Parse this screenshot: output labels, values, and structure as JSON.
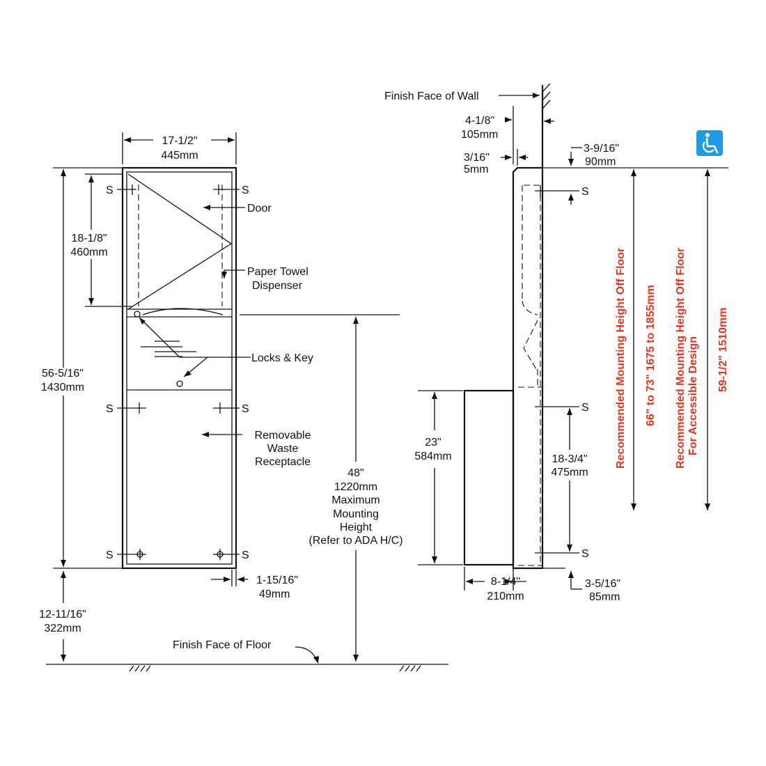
{
  "front_view": {
    "width_in": "17-1/2\"",
    "width_mm": "445mm",
    "upper_in": "18-1/8\"",
    "upper_mm": "460mm",
    "overall_in": "56-5/16\"",
    "overall_mm": "1430mm",
    "bottom_in": "12-11/16\"",
    "bottom_mm": "322mm",
    "flange_in": "1-15/16\"",
    "flange_mm": "49mm",
    "callouts": {
      "door": "Door",
      "towel_1": "Paper Towel",
      "towel_2": "Dispenser",
      "locks": "Locks & Key",
      "waste_1": "Removable",
      "waste_2": "Waste",
      "waste_3": "Receptacle"
    },
    "screw_mark": "S",
    "floor_label": "Finish Face of Floor"
  },
  "max_height": {
    "line1": "48\"",
    "line2": "1220mm",
    "line3": "Maximum",
    "line4": "Mounting",
    "line5": "Height",
    "line6": "(Refer to ADA H/C)"
  },
  "side_view": {
    "wall_label": "Finish Face of Wall",
    "depth_in": "4-1/8\"",
    "depth_mm": "105mm",
    "flange_in": "3/16\"",
    "flange_mm": "5mm",
    "top_in": "3-9/16\"",
    "top_mm": "90mm",
    "bin_h_in": "23\"",
    "bin_h_mm": "584mm",
    "screw_in": "18-3/4\"",
    "screw_mm": "475mm",
    "bin_d_in": "8-1/4\"",
    "bin_d_mm": "210mm",
    "bottom_in": "3-5/16\"",
    "bottom_mm": "85mm",
    "screw_mark": "S"
  },
  "heights": {
    "rec_label": "Recommended Mounting Height Off Floor",
    "rec_value": "66\" to 73\"  1675 to 1855mm",
    "acc_label_1": "Recommended Mounting Height Off Floor",
    "acc_label_2": "For Accessible Design",
    "acc_value": "59-1/2\"  1510mm"
  },
  "colors": {
    "ink": "#111111",
    "red": "#e8331c",
    "ada_blue": "#1e9be6"
  },
  "icons": [
    "wheelchair-accessible-icon"
  ]
}
